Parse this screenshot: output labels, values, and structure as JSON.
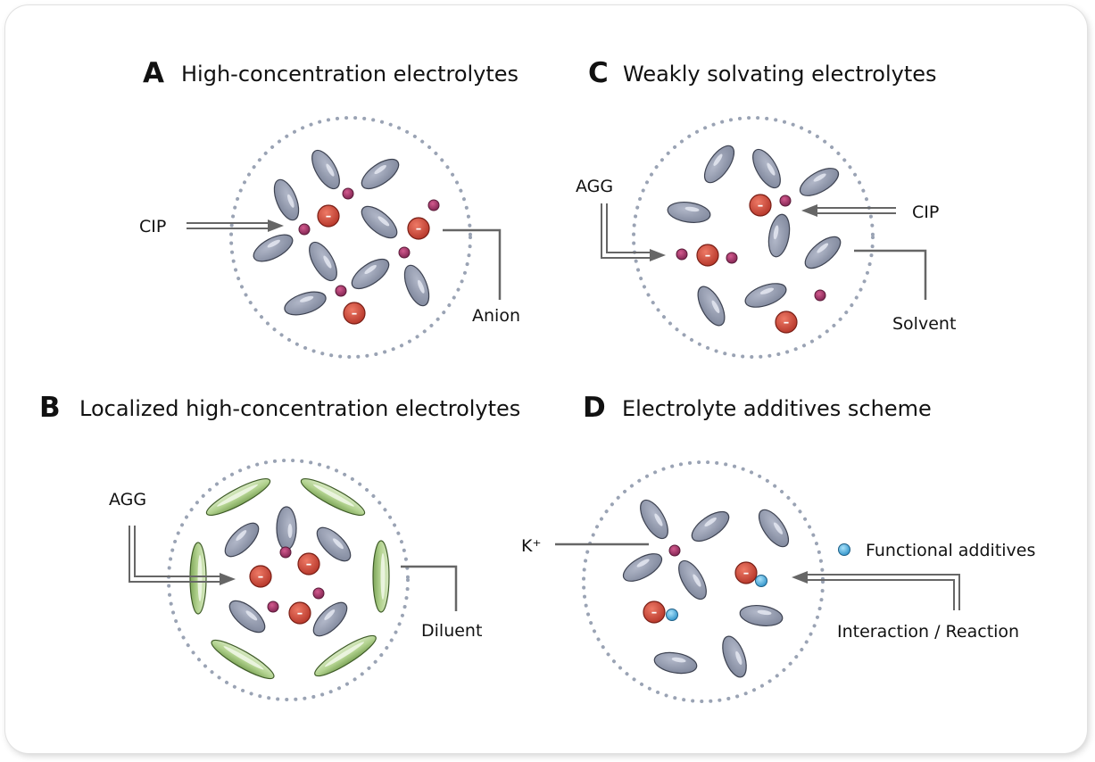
{
  "panels": {
    "a": {
      "letter": "A",
      "title": "High-concentration electrolytes",
      "labels": {
        "cip": "CIP",
        "anion": "Anion"
      }
    },
    "b": {
      "letter": "B",
      "title": "Localized high-concentration electrolytes",
      "labels": {
        "agg": "AGG",
        "diluent": "Diluent"
      }
    },
    "c": {
      "letter": "C",
      "title": "Weakly solvating electrolytes",
      "labels": {
        "agg": "AGG",
        "cip": "CIP",
        "solvent": "Solvent"
      }
    },
    "d": {
      "letter": "D",
      "title": "Electrolyte additives scheme",
      "labels": {
        "k": "K⁺",
        "functional": "Functional additives",
        "interaction": "Interaction / Reaction"
      }
    }
  },
  "anion_sign": "–",
  "colors": {
    "solvent": "#8c94a8",
    "diluent": "#a8c98a",
    "anion": "#cc4637",
    "cation": "#a8356a",
    "additive": "#39a6dc",
    "boundary": "#9aa3b4",
    "leader": "#666666"
  }
}
